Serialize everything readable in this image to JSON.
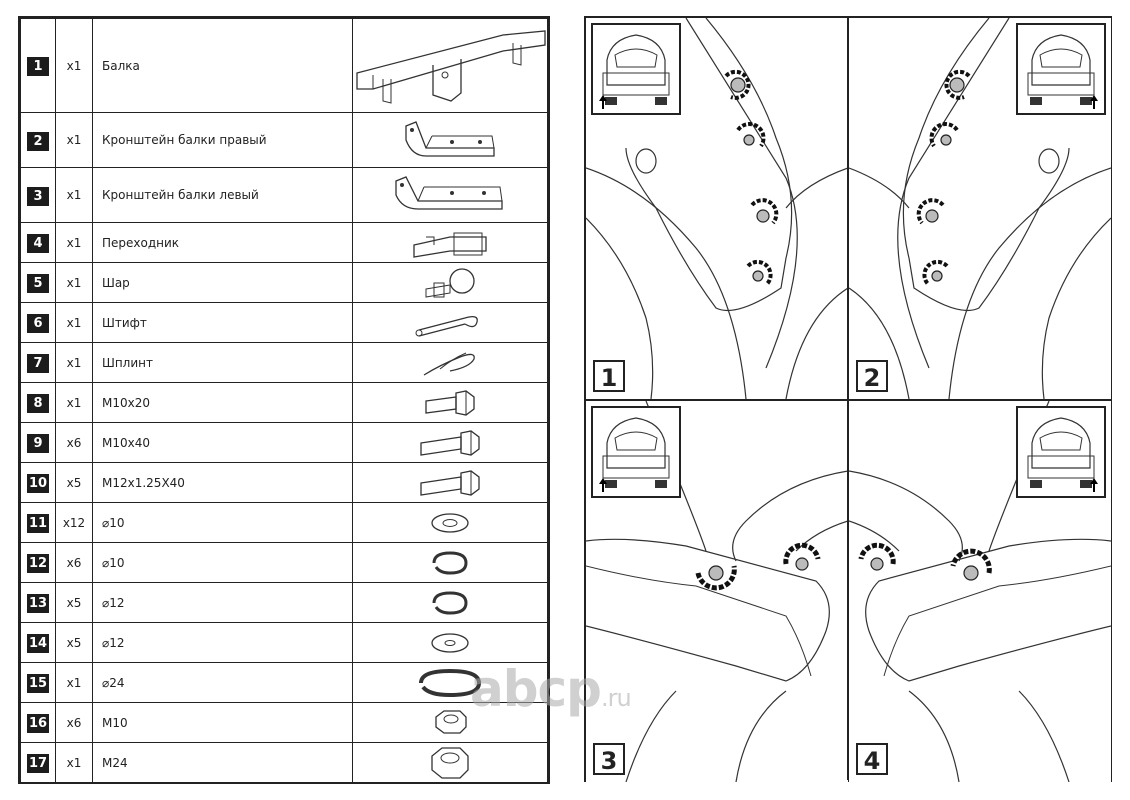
{
  "parts": [
    {
      "num": "1",
      "qty": "x1",
      "name": "Балка"
    },
    {
      "num": "2",
      "qty": "x1",
      "name": "Кронштейн балки правый"
    },
    {
      "num": "3",
      "qty": "x1",
      "name": "Кронштейн балки левый"
    },
    {
      "num": "4",
      "qty": "x1",
      "name": "Переходник"
    },
    {
      "num": "5",
      "qty": "x1",
      "name": "Шар"
    },
    {
      "num": "6",
      "qty": "x1",
      "name": "Штифт"
    },
    {
      "num": "7",
      "qty": "x1",
      "name": "Шплинт"
    },
    {
      "num": "8",
      "qty": "x1",
      "name": "M10x20"
    },
    {
      "num": "9",
      "qty": "x6",
      "name": "M10x40"
    },
    {
      "num": "10",
      "qty": "x5",
      "name": "M12x1.25X40"
    },
    {
      "num": "11",
      "qty": "x12",
      "name": "⌀10"
    },
    {
      "num": "12",
      "qty": "x6",
      "name": "⌀10"
    },
    {
      "num": "13",
      "qty": "x5",
      "name": "⌀12"
    },
    {
      "num": "14",
      "qty": "x5",
      "name": "⌀12"
    },
    {
      "num": "15",
      "qty": "x1",
      "name": "⌀24"
    },
    {
      "num": "16",
      "qty": "x6",
      "name": "M10"
    },
    {
      "num": "17",
      "qty": "x1",
      "name": "M24"
    }
  ],
  "steps": [
    {
      "label": "1"
    },
    {
      "label": "2"
    },
    {
      "label": "3"
    },
    {
      "label": "4"
    }
  ],
  "watermark": {
    "brand": "abcp",
    "tld": ".ru"
  }
}
